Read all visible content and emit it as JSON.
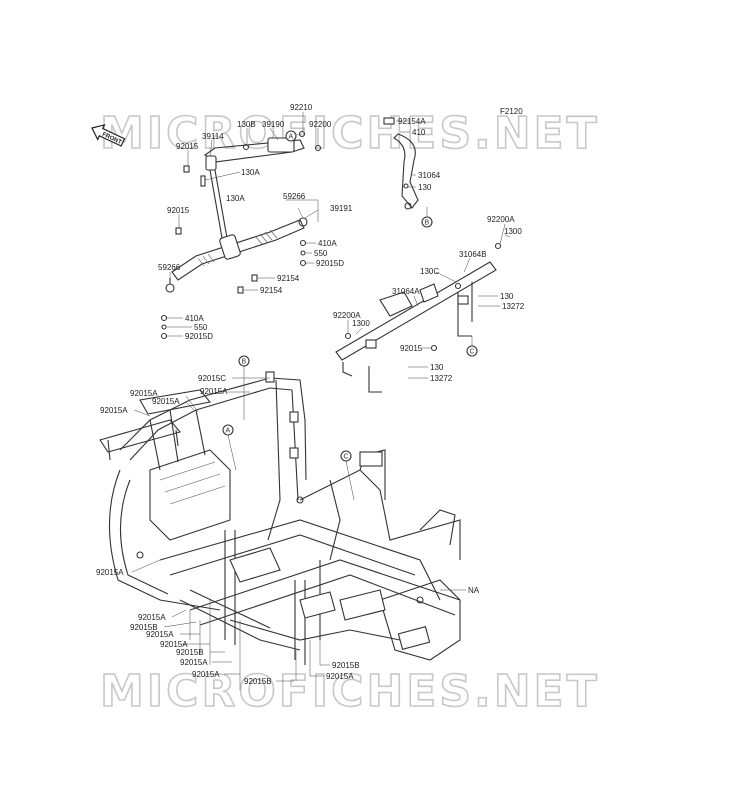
{
  "figure_code": "F2120",
  "front_label": "FRONT",
  "watermark_text": "MICROFICHES.NET",
  "callouts": {
    "a": "A",
    "b": "B",
    "c": "C"
  },
  "labels": {
    "p92210": "92210",
    "p130B": "130B",
    "p39190": "39190",
    "p92200": "92200",
    "p39114": "39114",
    "p92015_top": "92015",
    "p130A_1": "130A",
    "p130A_2": "130A",
    "p92015_mid": "92015",
    "p59266_r": "59266",
    "p39191": "39191",
    "p410A_r": "410A",
    "p550_r": "550",
    "p92015D_r": "92015D",
    "p59266_l": "59266",
    "p92154_1": "92154",
    "p92154_2": "92154",
    "p410A_l": "410A",
    "p550_l": "550",
    "p92015D_l": "92015D",
    "p92154A": "92154A",
    "p410": "410",
    "p31064": "31064",
    "p130_b": "130",
    "p92200A_r": "92200A",
    "p1300_r": "1300",
    "p130C": "130C",
    "p31064B": "31064B",
    "p31064A": "31064A",
    "p130_c": "130",
    "p13272_c": "13272",
    "p92200A_l": "92200A",
    "p1300_l": "1300",
    "p92015_lb": "92015",
    "p130_lb": "130",
    "p13272_lb": "13272",
    "p92015C": "92015C",
    "p92015A_1": "92015A",
    "p92015A_2": "92015A",
    "p92015A_3": "92015A",
    "p92015A_4": "92015A",
    "p92015A_5": "92015A",
    "p92015B_1": "92015B",
    "p92015A_6": "92015A",
    "p92015A_7": "92015A",
    "p92015B_2": "92015B",
    "p92015A_8": "92015A",
    "p92015A_9": "92015A",
    "p92015B_3": "92015B",
    "p92015B_4": "92015B",
    "p92015A_10": "92015A",
    "pNA": "NA"
  }
}
